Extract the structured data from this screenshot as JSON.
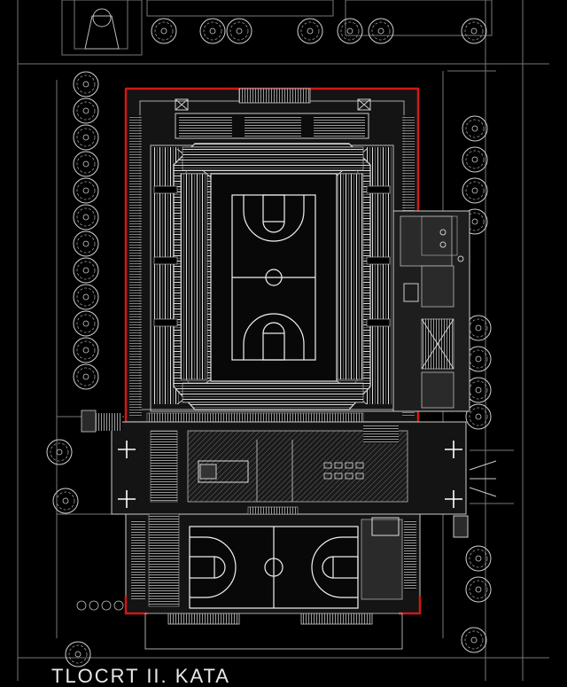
{
  "drawing": {
    "title": "TLOCRT II. KATA",
    "colors": {
      "background": "#000000",
      "linework": "#d9d9d9",
      "dim_linework": "#8a8a8a",
      "outline_accent": "#d01818"
    },
    "symbols": [
      "tree-symbol",
      "plus-marker",
      "basketball-court",
      "seating-tier",
      "stair-flight"
    ]
  }
}
